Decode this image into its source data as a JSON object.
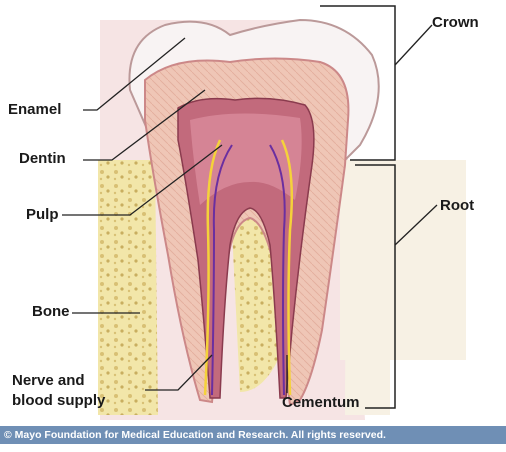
{
  "labels": {
    "crown": "Crown",
    "enamel": "Enamel",
    "dentin": "Dentin",
    "pulp": "Pulp",
    "root": "Root",
    "bone": "Bone",
    "nerve_line1": "Nerve and",
    "nerve_line2": "blood supply",
    "cementum": "Cementum"
  },
  "footer": {
    "copyright": "© Mayo Foundation for Medical Education and Research. All rights reserved."
  },
  "colors": {
    "enamel": "#f8f3f3",
    "dentin": "#efc6b6",
    "pulp": "#c26a7c",
    "bone": "#f2e6a9",
    "gum": "#f6e4e4",
    "footer": "#6f8fb5"
  }
}
